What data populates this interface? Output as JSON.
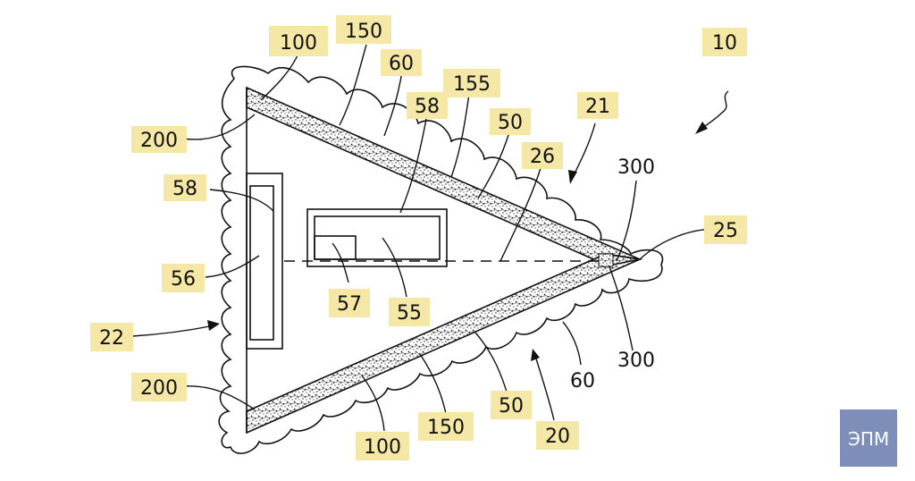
{
  "figure": {
    "reference_numerals": [
      {
        "id": "n100a",
        "text": "100",
        "highlighted": true
      },
      {
        "id": "n150a",
        "text": "150",
        "highlighted": true
      },
      {
        "id": "n60a",
        "text": "60",
        "highlighted": true
      },
      {
        "id": "n155",
        "text": "155",
        "highlighted": true
      },
      {
        "id": "n58a",
        "text": "58",
        "highlighted": true
      },
      {
        "id": "n50a",
        "text": "50",
        "highlighted": true
      },
      {
        "id": "n21",
        "text": "21",
        "highlighted": true
      },
      {
        "id": "n10",
        "text": "10",
        "highlighted": true
      },
      {
        "id": "n200a",
        "text": "200",
        "highlighted": true
      },
      {
        "id": "n26",
        "text": "26",
        "highlighted": true
      },
      {
        "id": "n300a",
        "text": "300",
        "highlighted": false
      },
      {
        "id": "n25",
        "text": "25",
        "highlighted": true
      },
      {
        "id": "n58b",
        "text": "58",
        "highlighted": true
      },
      {
        "id": "n56",
        "text": "56",
        "highlighted": true
      },
      {
        "id": "n57",
        "text": "57",
        "highlighted": true
      },
      {
        "id": "n55",
        "text": "55",
        "highlighted": true
      },
      {
        "id": "n22",
        "text": "22",
        "highlighted": true
      },
      {
        "id": "n300b",
        "text": "300",
        "highlighted": false
      },
      {
        "id": "n60b",
        "text": "60",
        "highlighted": false
      },
      {
        "id": "n200b",
        "text": "200",
        "highlighted": true
      },
      {
        "id": "n50b",
        "text": "50",
        "highlighted": true
      },
      {
        "id": "n100b",
        "text": "100",
        "highlighted": true
      },
      {
        "id": "n150b",
        "text": "150",
        "highlighted": true
      },
      {
        "id": "n20",
        "text": "20",
        "highlighted": true
      }
    ]
  },
  "watermark": {
    "text": "ЭПМ"
  },
  "colors": {
    "label_highlight": "#f5e7a6",
    "line": "#111111",
    "logo_bg": "#7d8fb8"
  }
}
